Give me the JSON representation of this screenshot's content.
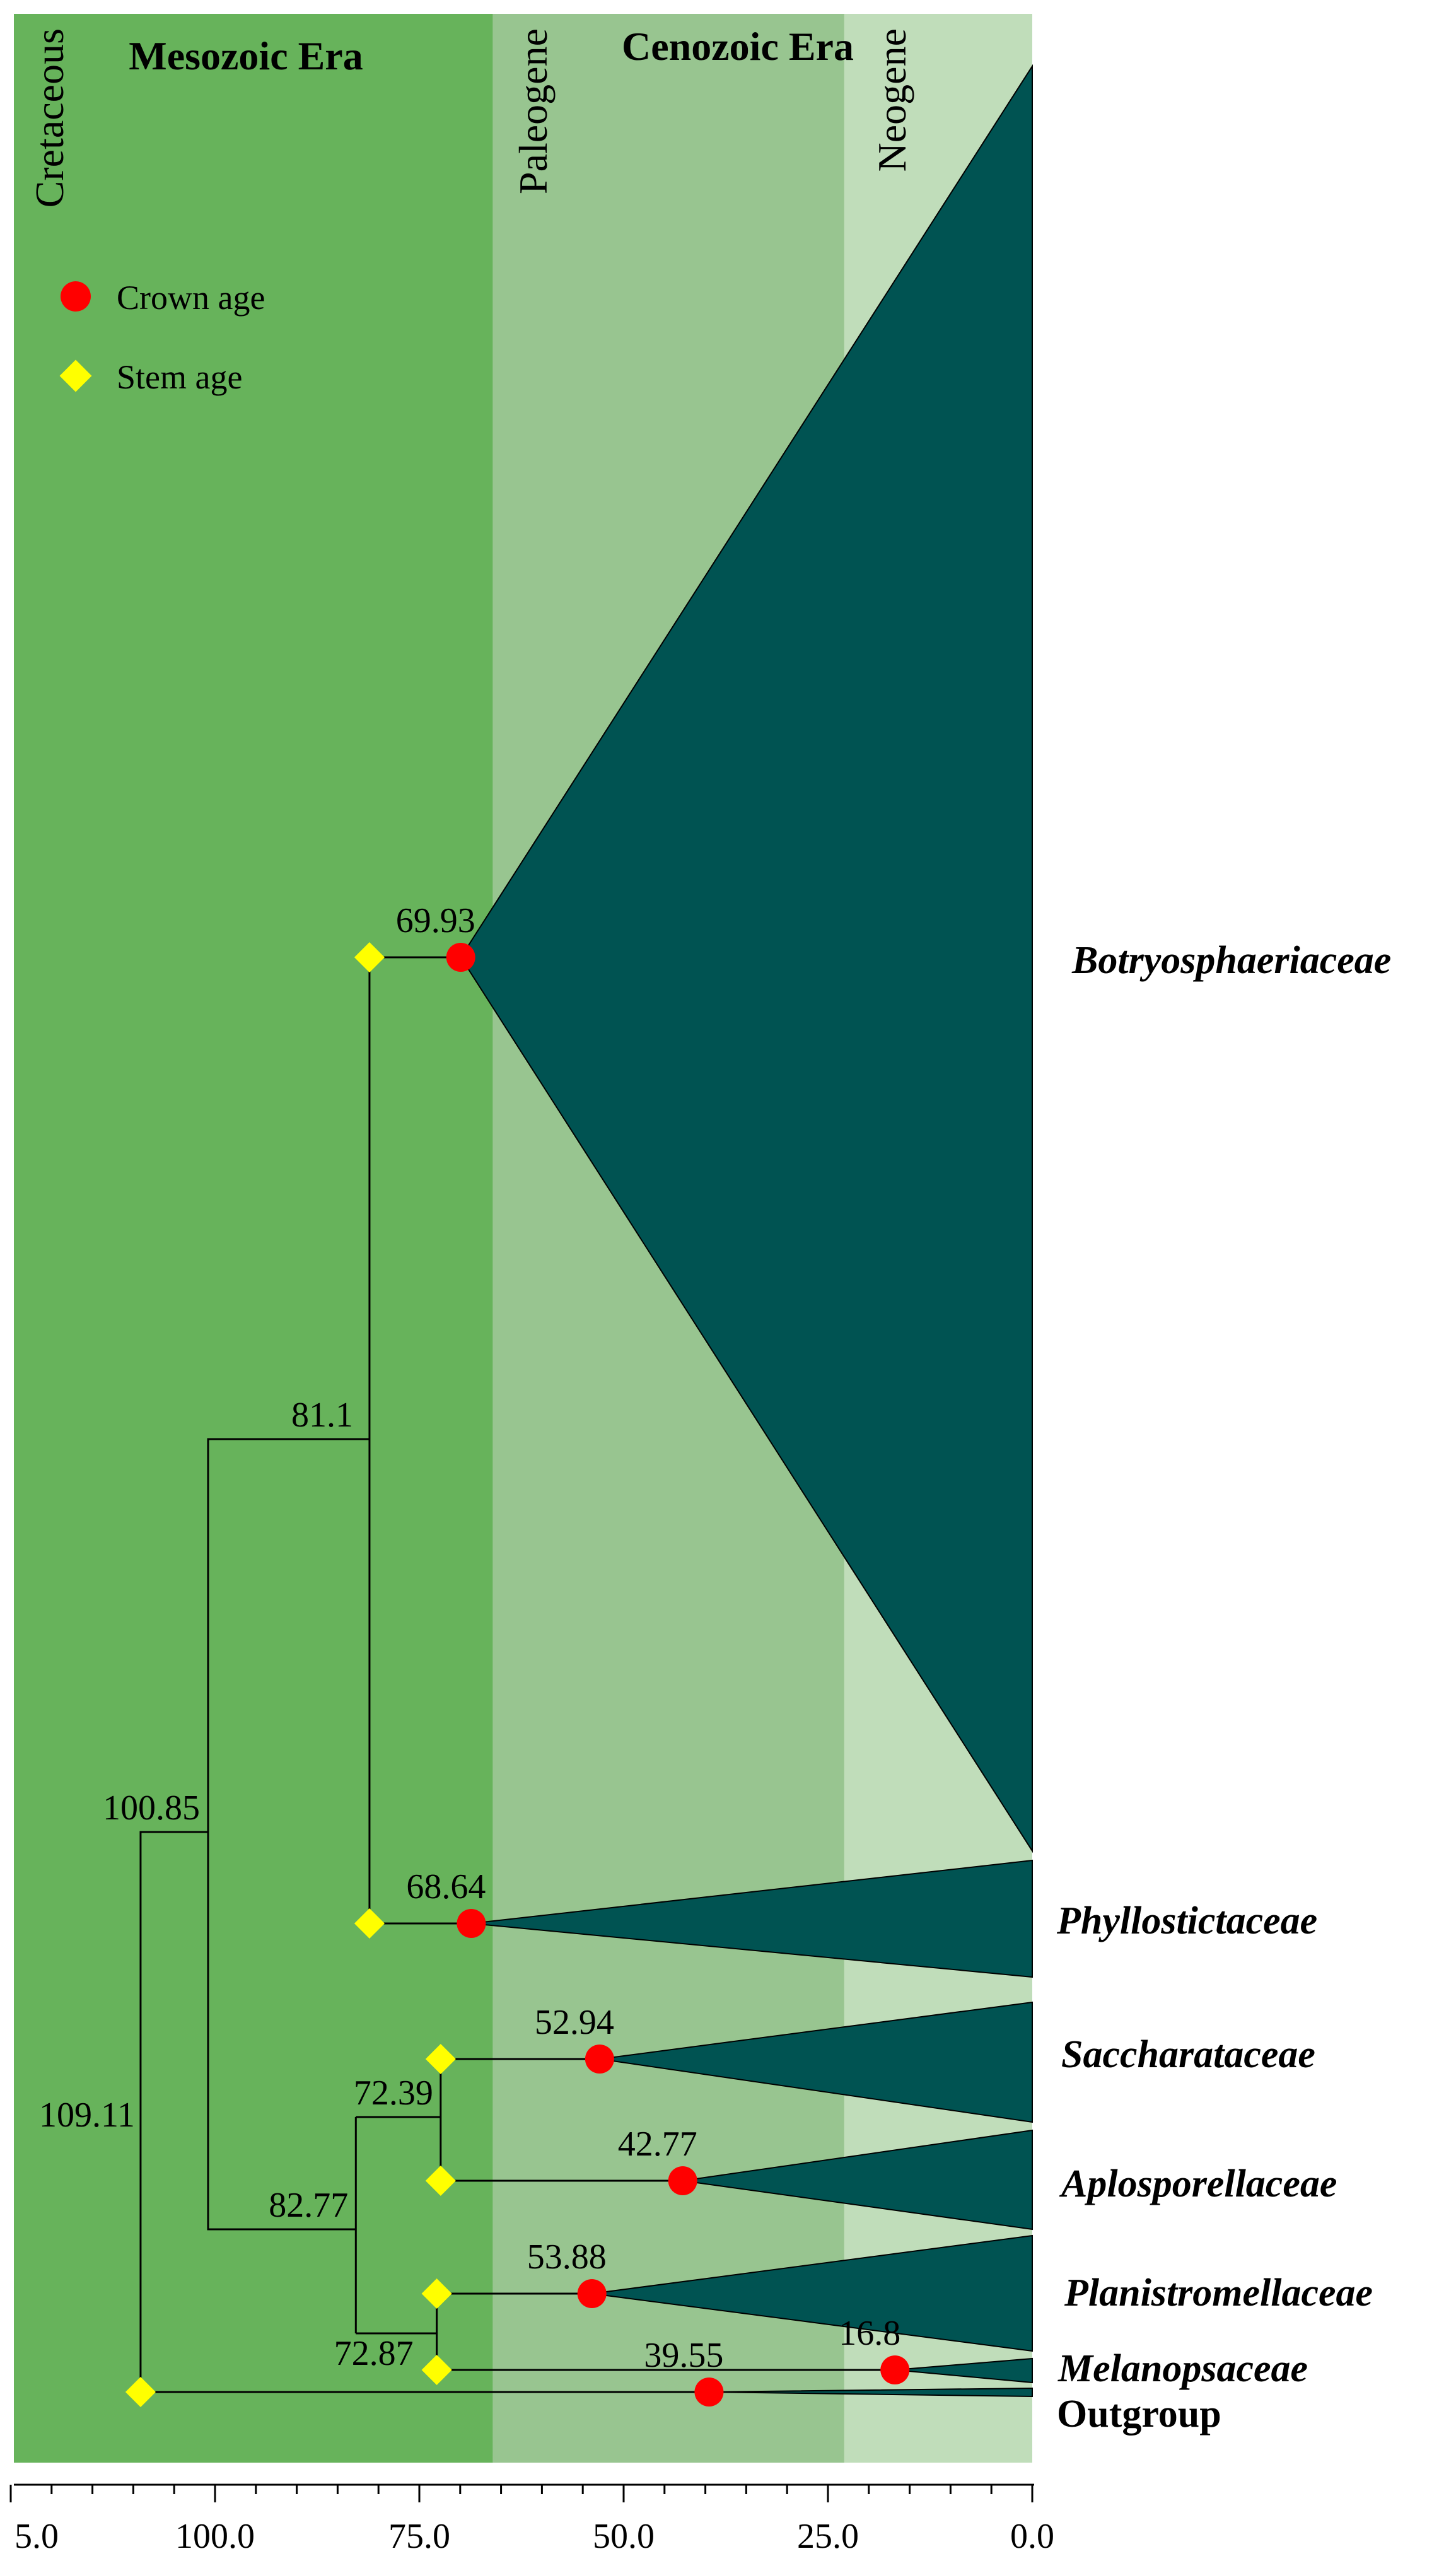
{
  "eras": {
    "mesozoic": "Mesozoic Era",
    "cenozoic": "Cenozoic Era"
  },
  "periods": {
    "cretaceous": "Cretaceous",
    "paleogene": "Paleogene",
    "neogene": "Neogene"
  },
  "legend": {
    "crown": "Crown age",
    "stem": "Stem age"
  },
  "colors": {
    "cretaceous": "#67b35b",
    "paleogene": "#98c590",
    "neogene": "#c0ddba",
    "clade": "#005352",
    "crown": "#ff0000",
    "stem": "#ffff00"
  },
  "boundaries": [
    125,
    66,
    23,
    0
  ],
  "axis": {
    "ticks": [
      {
        "value": 125,
        "label": "5.0"
      },
      {
        "value": 100,
        "label": "100.0"
      },
      {
        "value": 75,
        "label": "75.0"
      },
      {
        "value": 50,
        "label": "50.0"
      },
      {
        "value": 25,
        "label": "25.0"
      },
      {
        "value": 0,
        "label": "0.0"
      }
    ]
  },
  "clades": [
    {
      "id": "botryosphaeriaceae",
      "name": "Botryosphaeriaceae",
      "crown": 69.93,
      "crown_label": "69.93",
      "stem": 81.1
    },
    {
      "id": "phyllostictaceae",
      "name": "Phyllostictaceae",
      "crown": 68.64,
      "crown_label": "68.64",
      "stem": 81.1
    },
    {
      "id": "saccharataceae",
      "name": "Saccharataceae",
      "crown": 52.94,
      "crown_label": "52.94",
      "stem": 72.39
    },
    {
      "id": "aplosporellaceae",
      "name": "Aplosporellaceae",
      "crown": 42.77,
      "crown_label": "42.77",
      "stem": 72.39
    },
    {
      "id": "planistromellaceae",
      "name": "Planistromellaceae",
      "crown": 53.88,
      "crown_label": "53.88",
      "stem": 72.87
    },
    {
      "id": "melanopsaceae",
      "name": "Melanopsaceae",
      "crown": 16.8,
      "crown_label": "16.8",
      "stem": 72.87
    },
    {
      "id": "outgroup",
      "name": "Outgroup",
      "crown": 39.55,
      "crown_label": "39.55",
      "stem": 109.11
    }
  ],
  "nodes": [
    {
      "id": "n81",
      "age": 81.1,
      "label": "81.1"
    },
    {
      "id": "n100",
      "age": 100.85,
      "label": "100.85"
    },
    {
      "id": "n109",
      "age": 109.11,
      "label": "109.11"
    },
    {
      "id": "n82",
      "age": 82.77,
      "label": "82.77"
    },
    {
      "id": "n72a",
      "age": 72.39,
      "label": "72.39"
    },
    {
      "id": "n72b",
      "age": 72.87,
      "label": "72.87"
    }
  ]
}
